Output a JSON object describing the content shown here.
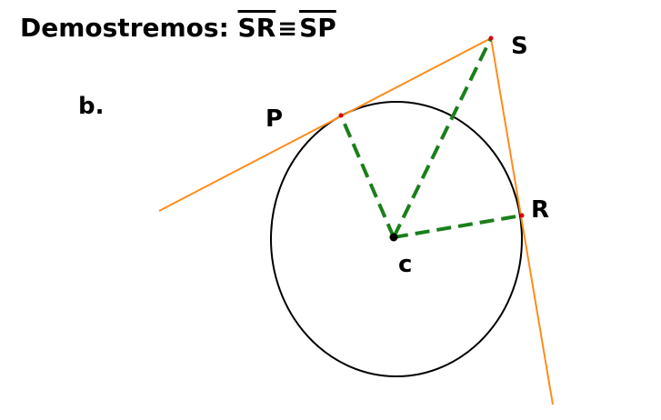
{
  "title": {
    "prefix": "Demostremos:",
    "seg1": "SR",
    "symbol": "≡",
    "seg2": "SP"
  },
  "part_label": "b.",
  "points": {
    "S": "S",
    "P": "P",
    "R": "R",
    "C": "c"
  },
  "colors": {
    "tangent": "#ff8c1a",
    "radius": "#1a7f1a",
    "circle": "#000000",
    "point": "#e00000"
  }
}
